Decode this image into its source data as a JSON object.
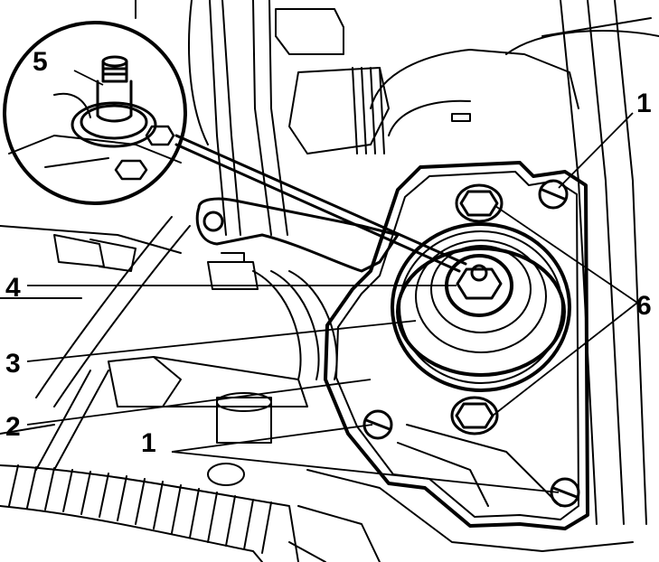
{
  "figure": {
    "callouts": [
      {
        "id": "c1a",
        "text": "1"
      },
      {
        "id": "c1b",
        "text": "1"
      },
      {
        "id": "c2",
        "text": "2"
      },
      {
        "id": "c3",
        "text": "3"
      },
      {
        "id": "c4",
        "text": "4"
      },
      {
        "id": "c5",
        "text": "5"
      },
      {
        "id": "c6",
        "text": "6"
      }
    ]
  }
}
